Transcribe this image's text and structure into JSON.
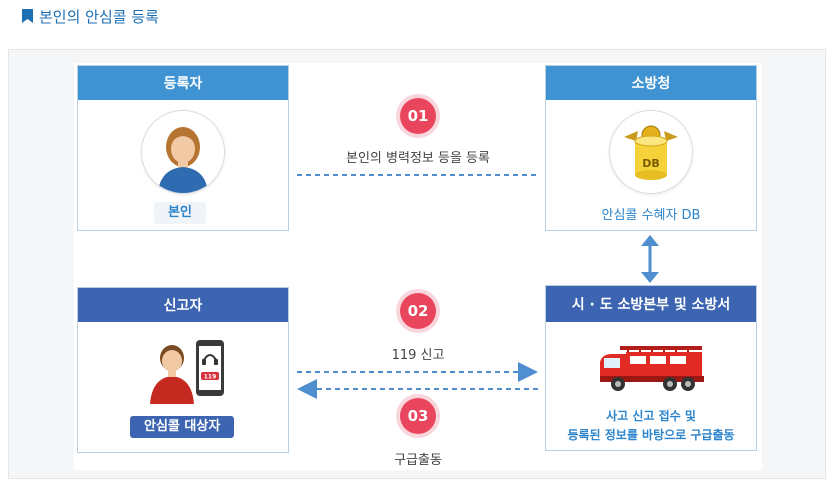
{
  "page": {
    "title": "본인의 안심콜 등록"
  },
  "diagram": {
    "registrant": {
      "header": "등록자",
      "badge": "본인"
    },
    "fire_agency": {
      "header": "소방청",
      "db_icon_text": "DB",
      "caption": "안심콜 수혜자 DB"
    },
    "reporter": {
      "header": "신고자",
      "phone_text": "119",
      "badge": "안심콜 대상자"
    },
    "fire_station": {
      "header": "시 · 도 소방본부 및 소방서",
      "caption_line1": "사고 신고 접수 및",
      "caption_line2": "등록된 정보를 바탕으로 구급출동"
    },
    "steps": [
      {
        "number": "01",
        "label": "본인의 병력정보 등을 등록"
      },
      {
        "number": "02",
        "label": "119 신고"
      },
      {
        "number": "03",
        "label": "구급출동"
      }
    ],
    "colors": {
      "header_blue": "#3f93d2",
      "header_navy": "#3c64b0",
      "step_badge": "#e9455d",
      "caption_blue": "#2b84cc"
    }
  }
}
